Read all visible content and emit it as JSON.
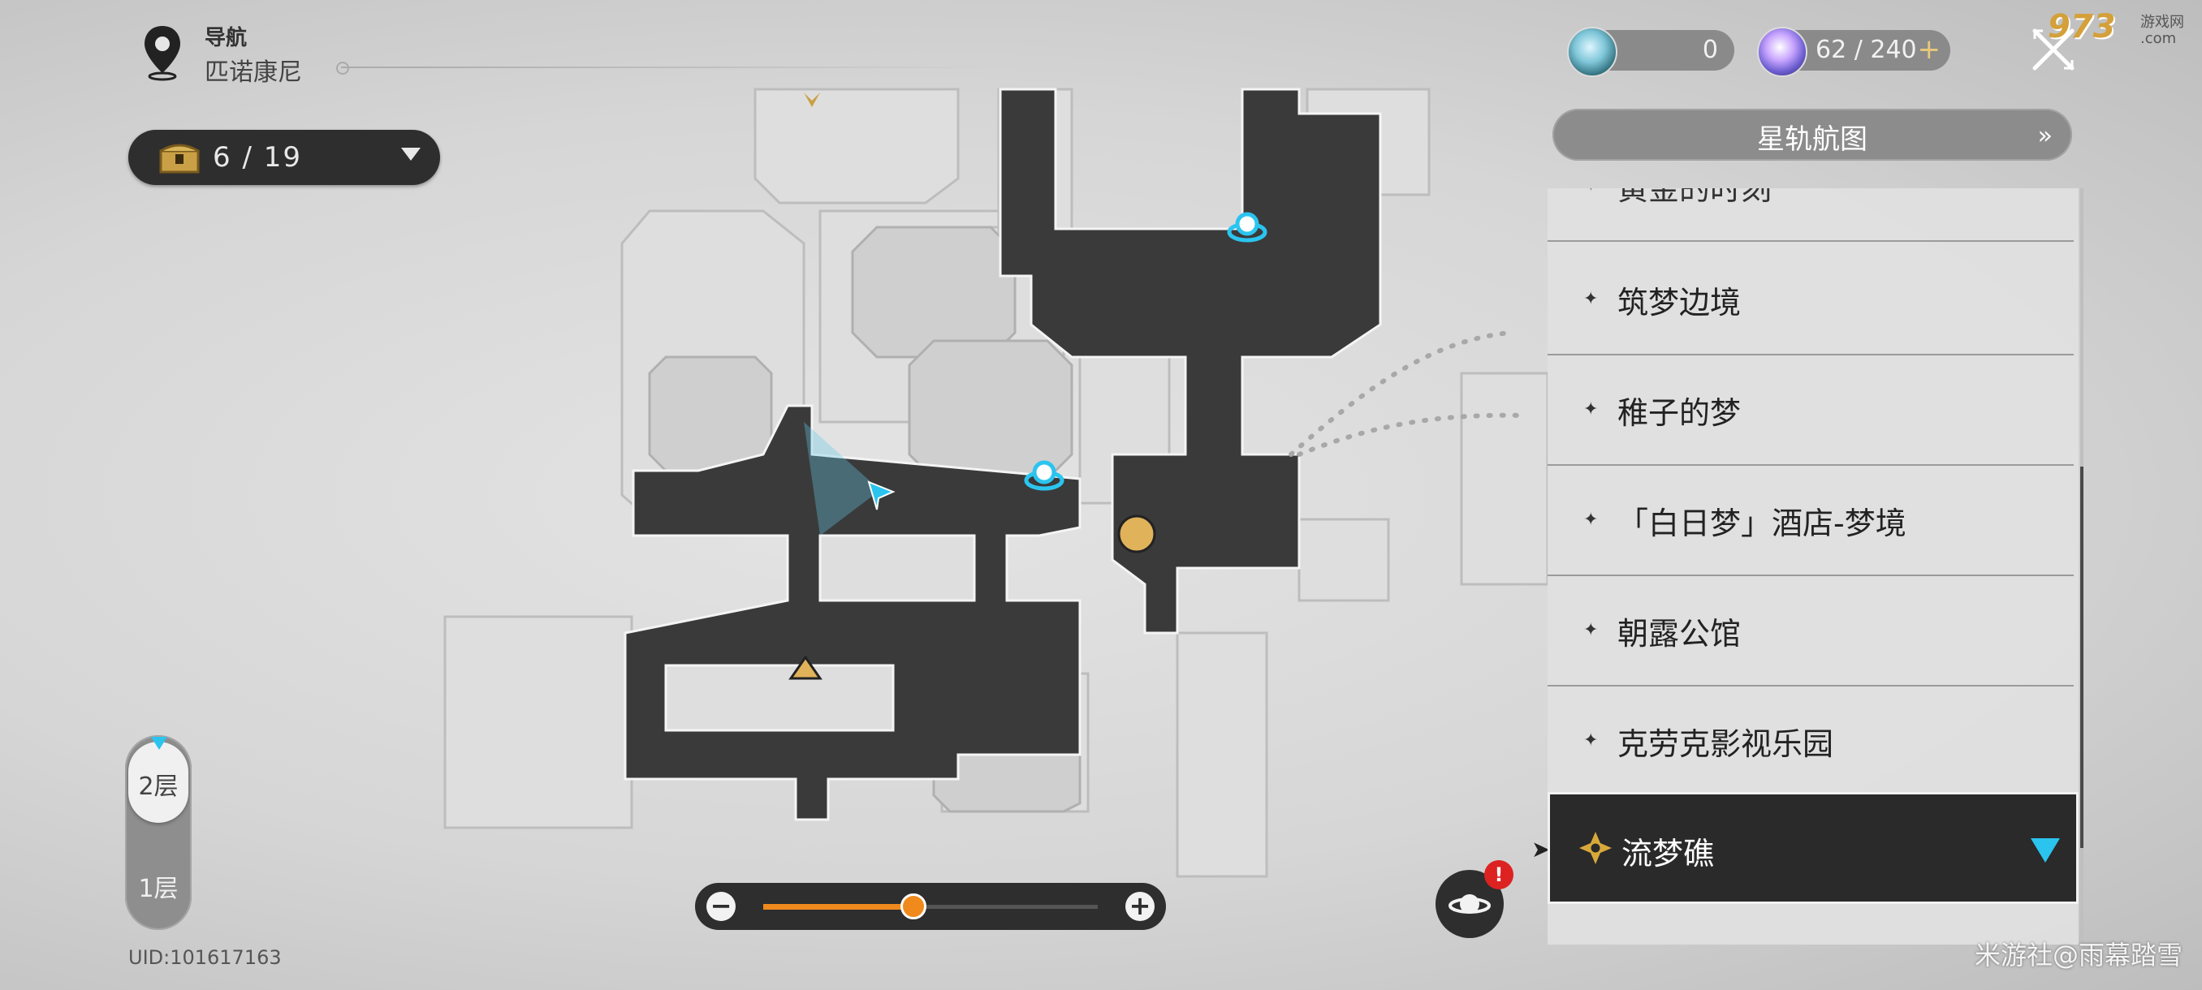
{
  "nav": {
    "label": "导航",
    "location": "匹诺康尼",
    "pin_icon": "map-pin-icon"
  },
  "chest": {
    "icon": "treasure-chest-icon",
    "count": "6 / 19"
  },
  "currency": {
    "stellar_jade": "0",
    "trailblaze_power": "62 / 240",
    "add": "+"
  },
  "starmap": {
    "label": "星轨航图",
    "chevron": "»"
  },
  "areas": {
    "partial": "黄金的时刻",
    "items": [
      "筑梦边境",
      "稚子的梦",
      "「白日梦」酒店-梦境",
      "朝露公馆",
      "克劳克影视乐园"
    ],
    "selected": "流梦礁"
  },
  "floors": {
    "current": "2层",
    "other": "1层"
  },
  "zoom": {
    "minus": "−",
    "plus": "+",
    "level": 0.45
  },
  "uid": "UID:101617163",
  "alert": "!",
  "watermark": {
    "top": "973",
    "top_small": "游戏网\n.com",
    "bottom": "米游社@雨幕踏雪"
  },
  "colors": {
    "accent_cyan": "#2bc4ef",
    "accent_orange": "#f08a1c",
    "gold": "#e8c97a",
    "panel_dark": "#2a2a2a",
    "path_dark": "#3a3a3a"
  }
}
